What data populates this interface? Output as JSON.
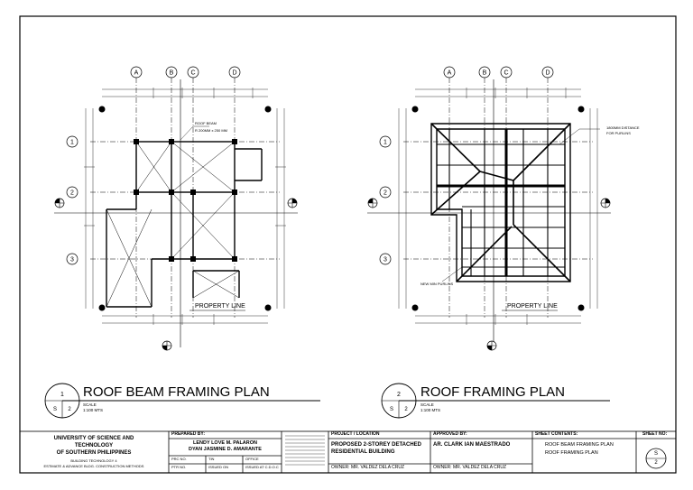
{
  "drawings": [
    {
      "title": "ROOF BEAM FRAMING PLAN",
      "detail_number": "1",
      "sheet_ref": "S",
      "sheet_no": "2",
      "scale_label": "SCALE",
      "scale_value": "1:100 MTS",
      "property_line": "PROPERTY LINE",
      "grid_columns": [
        "A",
        "B",
        "C",
        "D"
      ],
      "grid_rows": [
        "1",
        "2",
        "3"
      ],
      "annotations": [
        "ROOF BEAM",
        "R 200MM x 250 MM"
      ]
    },
    {
      "title": "ROOF FRAMING PLAN",
      "detail_number": "2",
      "sheet_ref": "S",
      "sheet_no": "2",
      "scale_label": "SCALE",
      "scale_value": "1:100 MTS",
      "property_line": "PROPERTY LINE",
      "grid_columns": [
        "A",
        "B",
        "C",
        "D"
      ],
      "grid_rows": [
        "1",
        "2",
        "3"
      ],
      "annotations": [
        "1800MM DISTANCE",
        "FOR PURLINS",
        "NEW MIN PURLINS"
      ]
    }
  ],
  "title_block": {
    "school": [
      "UNIVERSITY OF SCIENCE AND",
      "TECHNOLOGY",
      "OF SOUTHERN PHILIPPINES"
    ],
    "course": [
      "BUILDING TECHNOLOGY 4",
      "ESTIMATE & ADVANCE BLDG. CONSTRUCTION METHODS"
    ],
    "prepared_by_label": "PREPARED BY:",
    "preparers": [
      "LENDY LOVE M. PALARON",
      "DYAN JASMINE D. AMARANTE"
    ],
    "prc_label": "PRC NO.",
    "ptr_label": "PTR NO.",
    "tin_label": "TIN",
    "issued_on_label": "ISSUED ON",
    "office_label": "OFFICE",
    "issued_at_label": "ISSUED AT C.D.O.C",
    "project_label": "PROJECT / LOCATION",
    "project_name": [
      "PROPOSED 2-STOREY DETACHED",
      "RESIDENTIAL BUILDING"
    ],
    "owner_label": "OWNER:",
    "owner_name": "MR. VALDEZ DELA CRUZ",
    "approved_by_label": "APPROVED BY:",
    "approver": "AR. CLARK IAN MAESTRADO",
    "sheet_contents_label": "SHEET CONTENTS:",
    "sheet_contents": [
      "ROOF BEAM FRAMING PLAN",
      "ROOF FRAMING PLAN"
    ],
    "sheet_no_label": "SHEET NO:",
    "sheet_ref": "S",
    "sheet_no": "2"
  }
}
